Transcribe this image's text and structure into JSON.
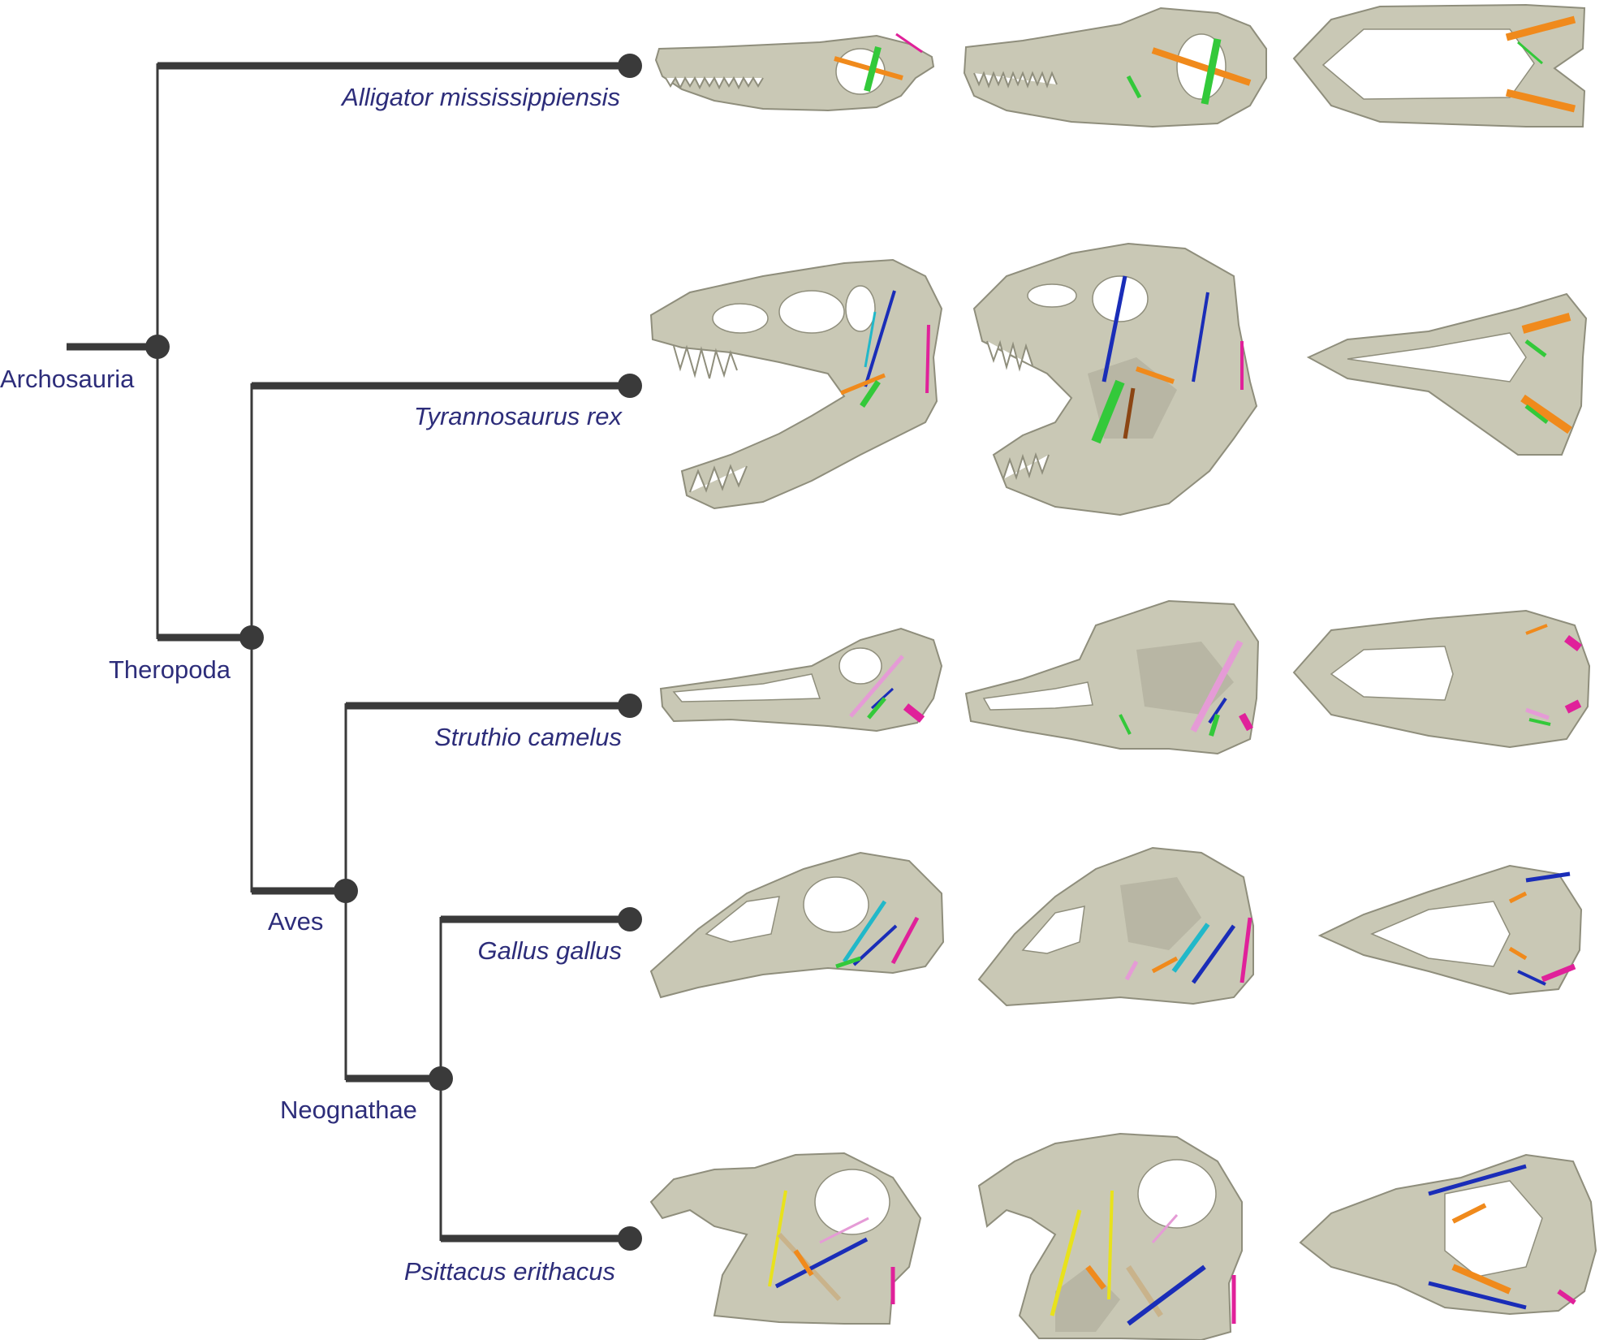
{
  "colors": {
    "branch": "#3a3a3a",
    "label": "#2d2d7a",
    "skull": "#c9c8b5",
    "muscle_orange": "#f08a1c",
    "muscle_green": "#33c93a",
    "muscle_magenta": "#e0219a",
    "muscle_blue": "#1a2db8",
    "muscle_cyan": "#21b8c9",
    "muscle_pink": "#e59bd6",
    "muscle_yellow": "#e8e21c",
    "muscle_purple": "#7b5cc7"
  },
  "clades": [
    {
      "id": "archosauria",
      "label": "Archosauria"
    },
    {
      "id": "theropoda",
      "label": "Theropoda"
    },
    {
      "id": "aves",
      "label": "Aves"
    },
    {
      "id": "neognathae",
      "label": "Neognathae"
    }
  ],
  "taxa": [
    {
      "id": "alligator",
      "label": "Alligator mississippiensis",
      "skull_icon": "crocodilian-skull-icon",
      "views": [
        "lateral",
        "oblique",
        "ventral"
      ]
    },
    {
      "id": "tyrannosaurus",
      "label": "Tyrannosaurus rex",
      "skull_icon": "theropod-skull-icon",
      "views": [
        "lateral",
        "oblique",
        "ventral"
      ]
    },
    {
      "id": "struthio",
      "label": "Struthio camelus",
      "skull_icon": "ratite-skull-icon",
      "views": [
        "lateral",
        "oblique",
        "ventral"
      ]
    },
    {
      "id": "gallus",
      "label": "Gallus gallus",
      "skull_icon": "galliform-skull-icon",
      "views": [
        "lateral",
        "oblique",
        "ventral"
      ]
    },
    {
      "id": "psittacus",
      "label": "Psittacus erithacus",
      "skull_icon": "parrot-skull-icon",
      "views": [
        "lateral",
        "oblique",
        "ventral"
      ]
    }
  ]
}
